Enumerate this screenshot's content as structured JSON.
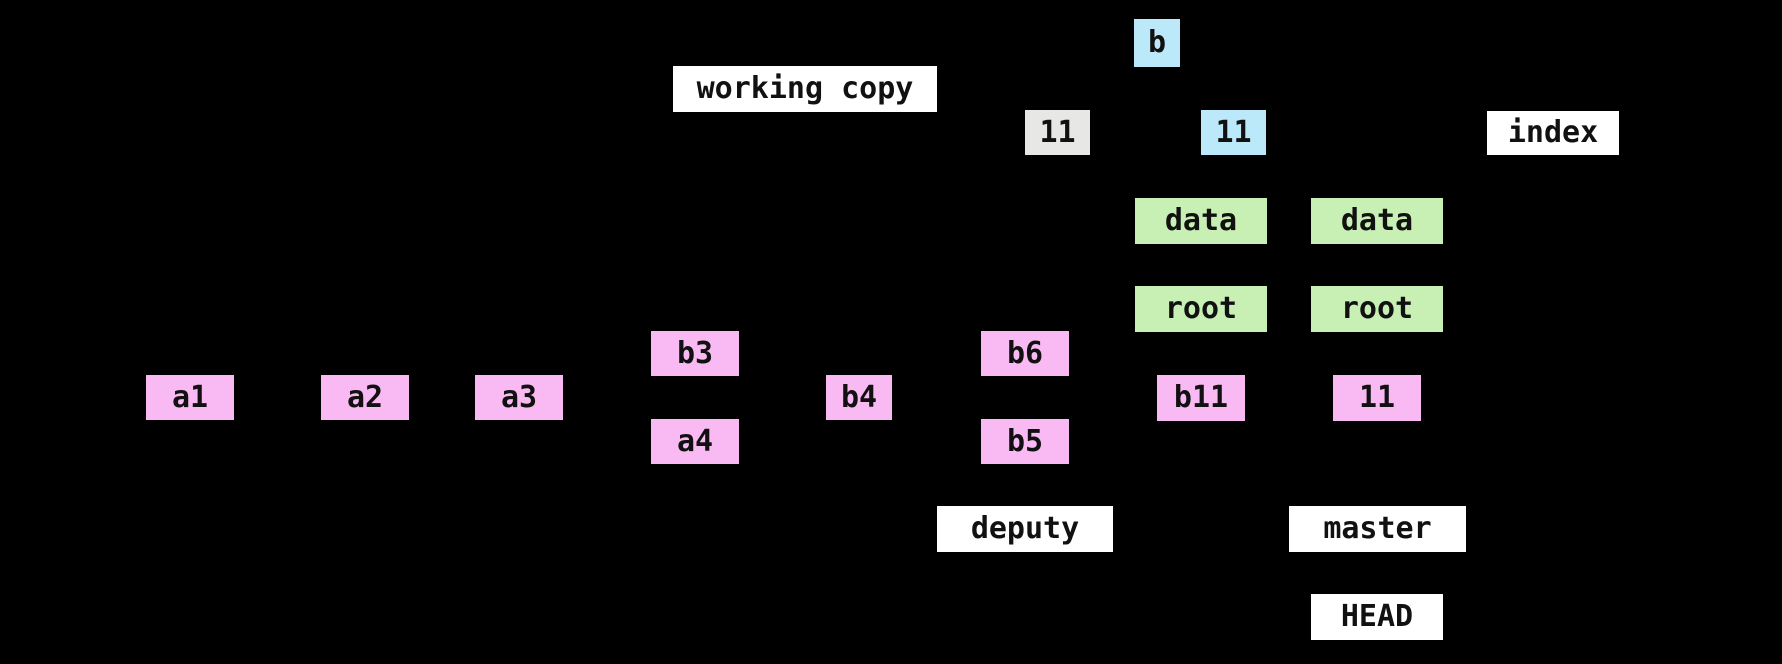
{
  "diagram": {
    "background": "#000000",
    "palette": {
      "commit_pink": "#f9b9f3",
      "tree_green": "#c8f0b4",
      "blob_blue": "#bce9f9",
      "muted_gray": "#e7e7e5",
      "label_white": "#ffffff",
      "text": "#111111"
    },
    "nodes": {
      "working_copy": {
        "label": "working copy"
      },
      "blob_b": {
        "label": "b"
      },
      "gray_11": {
        "label": "11"
      },
      "blue_11": {
        "label": "11"
      },
      "index": {
        "label": "index"
      },
      "data_left": {
        "label": "data"
      },
      "data_right": {
        "label": "data"
      },
      "root_left": {
        "label": "root"
      },
      "root_right": {
        "label": "root"
      },
      "a1": {
        "label": "a1"
      },
      "a2": {
        "label": "a2"
      },
      "a3": {
        "label": "a3"
      },
      "b3": {
        "label": "b3"
      },
      "a4": {
        "label": "a4"
      },
      "b4": {
        "label": "b4"
      },
      "b6": {
        "label": "b6"
      },
      "b5": {
        "label": "b5"
      },
      "b11": {
        "label": "b11"
      },
      "pink_11": {
        "label": "11"
      },
      "deputy": {
        "label": "deputy"
      },
      "master": {
        "label": "master"
      },
      "head": {
        "label": "HEAD"
      }
    }
  }
}
